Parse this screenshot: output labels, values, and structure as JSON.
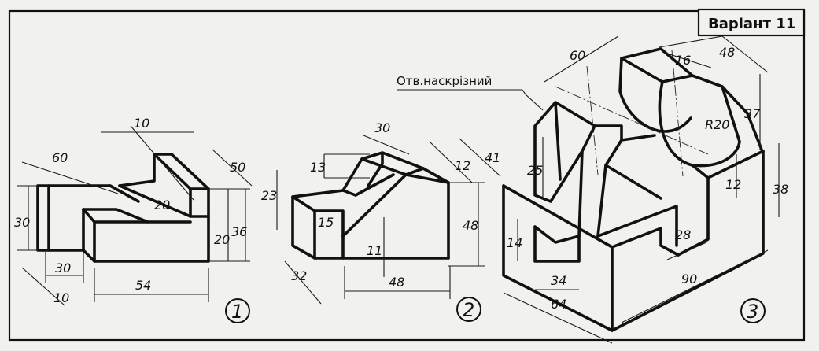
{
  "title": "Варіант 11",
  "hole_note": "Отв.наскрізний",
  "figure_numbers": [
    "1",
    "2",
    "3"
  ],
  "part1": {
    "dims": [
      "60",
      "10",
      "50",
      "30",
      "20",
      "20",
      "36",
      "30",
      "10",
      "54"
    ]
  },
  "part2": {
    "dims": [
      "30",
      "13",
      "12",
      "41",
      "23",
      "15",
      "48",
      "11",
      "32",
      "48"
    ]
  },
  "part3": {
    "dims": [
      "60",
      "48",
      "16",
      "37",
      "R20",
      "25",
      "38",
      "12",
      "14",
      "28",
      "34",
      "90",
      "64"
    ]
  }
}
